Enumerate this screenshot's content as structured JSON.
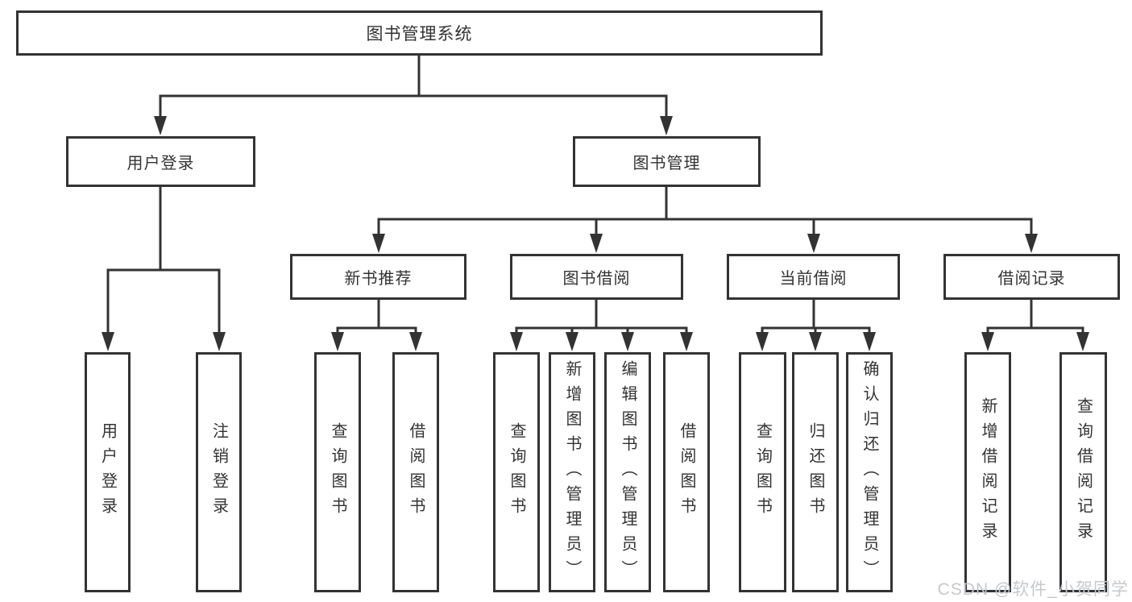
{
  "diagram": {
    "type": "tree",
    "tree": {
      "root": "图书管理系统",
      "children": [
        {
          "label": "用户登录",
          "children": [
            {
              "label": "用户登录"
            },
            {
              "label": "注销登录"
            }
          ]
        },
        {
          "label": "图书管理",
          "children": [
            {
              "label": "新书推荐",
              "children": [
                {
                  "label": "查询图书"
                },
                {
                  "label": "借阅图书"
                }
              ]
            },
            {
              "label": "图书借阅",
              "children": [
                {
                  "label": "查询图书"
                },
                {
                  "label": "新增图书（管理员）"
                },
                {
                  "label": "编辑图书（管理员）"
                },
                {
                  "label": "借阅图书"
                }
              ]
            },
            {
              "label": "当前借阅",
              "children": [
                {
                  "label": "查询图书"
                },
                {
                  "label": "归还图书"
                },
                {
                  "label": "确认归还（管理员）"
                }
              ]
            },
            {
              "label": "借阅记录",
              "children": [
                {
                  "label": "新增借阅记录"
                },
                {
                  "label": "查询借阅记录"
                }
              ]
            }
          ]
        }
      ]
    },
    "colors": {
      "stroke": "#333333",
      "text": "#333333",
      "background": "#ffffff"
    }
  },
  "watermark": {
    "text": "CSDN @软件_小贺同学",
    "color": "#c6c9cc"
  }
}
